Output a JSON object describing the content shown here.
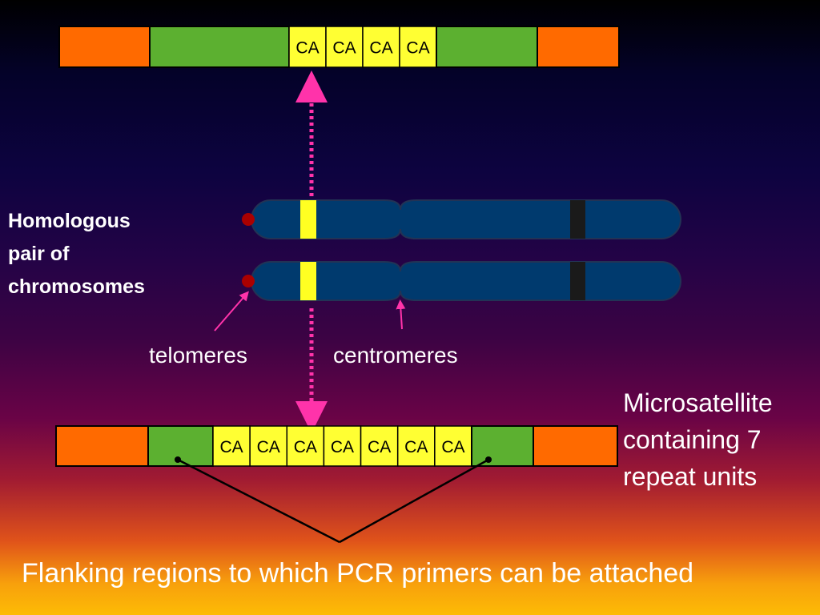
{
  "labels": {
    "homologous": [
      "Homologous",
      "pair of",
      "chromosomes"
    ],
    "telomeres": "telomeres",
    "centromeres": "centromeres",
    "microsatellite": [
      "Microsatellite",
      "containing 7",
      "repeat units"
    ],
    "flanking": "Flanking regions to which PCR primers can be attached"
  },
  "top_allele": {
    "repeat_unit": "CA",
    "repeat_count": 4
  },
  "bottom_allele": {
    "repeat_unit": "CA",
    "repeat_count": 7
  },
  "colors": {
    "flank_outer": "#ff6a00",
    "flank_inner": "#5cb030",
    "repeat": "#ffff33",
    "chromosome": "#003a6e",
    "telomere": "#aa0000",
    "marker": "#ffff22",
    "band": "#1a1a1a",
    "arrow": "#ff33aa"
  }
}
